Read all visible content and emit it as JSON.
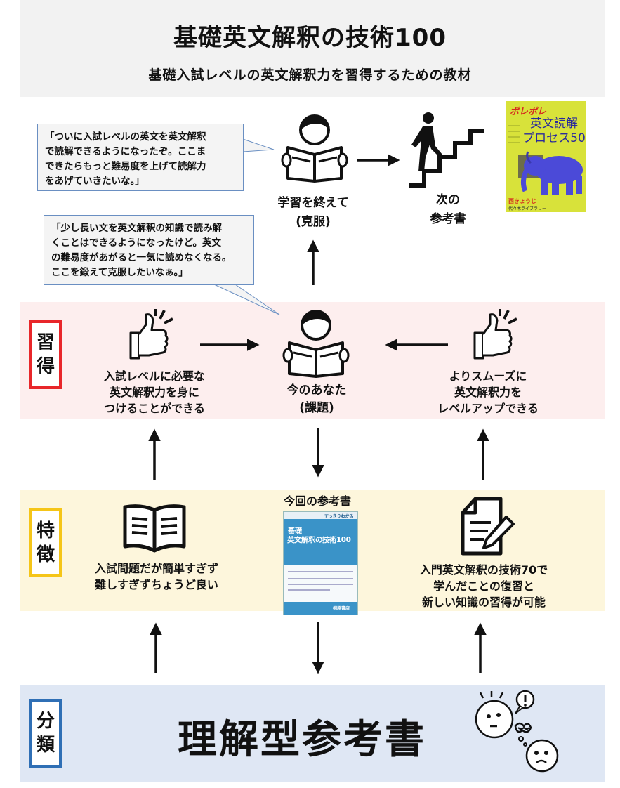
{
  "header": {
    "title": "基礎英文解釈の技術100",
    "subtitle": "基礎入試レベルの英文解釈力を習得するための教材"
  },
  "top": {
    "bubble_lines": [
      "「ついに入試レベルの英文を英文解釈",
      "で読解できるようになったぞ。ここま",
      "できたらもっと難易度を上げて読解力",
      "をあげていきたいな。」"
    ],
    "after_caption": [
      "学習を終えて",
      "(克服)"
    ],
    "next_caption": [
      "次の",
      "参考書"
    ],
    "next_book": {
      "series": "ポレポレ",
      "title_lines": [
        "英文読解",
        "プロセス50"
      ],
      "author": "西きょうじ",
      "publisher": "代々木ライブラリー"
    }
  },
  "mid_bubble_lines": [
    "「少し長い文を英文解釈の知識で読み解",
    "くことはできるようになったけど。英文",
    "の難易度があがると一気に読めなくなる。",
    "ここを鍛えて克服したいなぁ。」"
  ],
  "shuutoku": {
    "tag": [
      "習",
      "得"
    ],
    "left_caption": [
      "入試レベルに必要な",
      "英文解釈力を身に",
      "つけることができる"
    ],
    "center_caption": [
      "今のあなた",
      "(課題)"
    ],
    "right_caption": [
      "よりスムーズに",
      "英文解釈力を",
      "レベルアップできる"
    ]
  },
  "tokuchou": {
    "tag": [
      "特",
      "徴"
    ],
    "current_label": "今回の参考書",
    "left_caption": [
      "入試問題だが簡単すぎず",
      "難しすぎずちょうど良い"
    ],
    "right_caption": [
      "入門英文解釈の技術70で",
      "学んだことの復習と",
      "新しい知識の習得が可能"
    ],
    "book": {
      "kicker": "基礎",
      "title": "英文解釈の技術100",
      "badge": "すっきりわかる",
      "publisher": "桐原書店"
    }
  },
  "bunrui": {
    "tag": [
      "分",
      "類"
    ],
    "text": "理解型参考書"
  },
  "colors": {
    "red": "#e8262a",
    "yellow": "#f5c518",
    "blue": "#2f6fb5",
    "pink_bg": "#fdeeee",
    "yellow_bg": "#fdf6dc",
    "blue_bg": "#dfe7f4"
  }
}
